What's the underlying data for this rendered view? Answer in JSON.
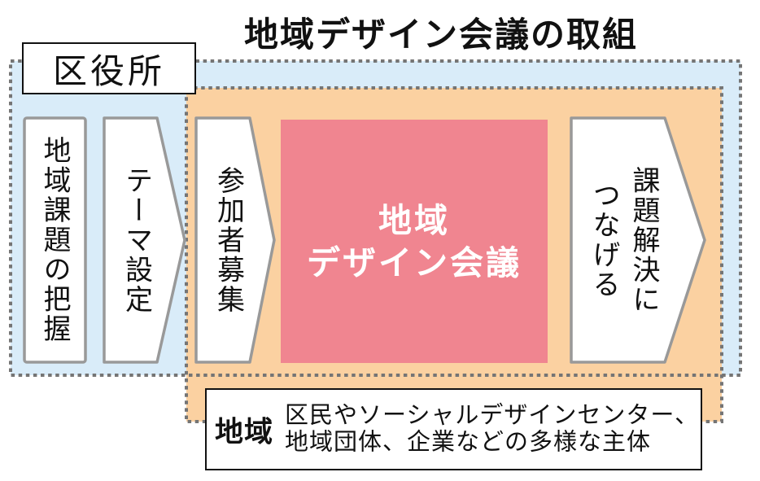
{
  "title": "地域デザイン会議の取組",
  "ward_office_label": "区役所",
  "steps": {
    "step1": "地域課題の把握",
    "step2": "テーマ設定",
    "step3": "参加者募集"
  },
  "meeting": {
    "line1": "地域",
    "line2": "デザイン会議"
  },
  "outcome": {
    "line1": "課題解決に",
    "line2": "つなげる"
  },
  "legend": {
    "label": "地域",
    "description_line1": "区民やソーシャルデザインセンター、",
    "description_line2": "地域団体、企業などの多様な主体"
  },
  "colors": {
    "ward_region_fill": "#d9ecf9",
    "community_region_fill": "#fbd1a1",
    "meeting_box_fill": "#f08590",
    "shape_border": "#999999",
    "dashed_border": "#757575",
    "text": "#111111"
  }
}
